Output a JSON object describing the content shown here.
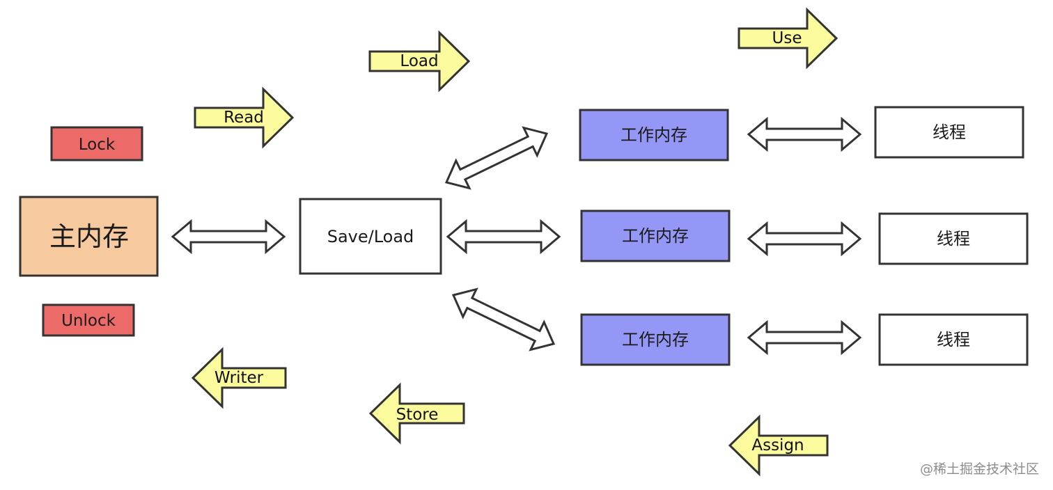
{
  "boxes": {
    "main_memory": {
      "label": "主内存",
      "fill": "#F7C99E"
    },
    "lock": {
      "label": "Lock",
      "fill": "#EC6B69"
    },
    "unlock": {
      "label": "Unlock",
      "fill": "#EC6B69"
    },
    "save_load": {
      "label": "Save/Load",
      "fill": "#FFFFFF"
    },
    "work_memory": [
      {
        "label": "工作内存",
        "fill": "#9597F6"
      },
      {
        "label": "工作内存",
        "fill": "#9597F6"
      },
      {
        "label": "工作内存",
        "fill": "#9597F6"
      }
    ],
    "threads": [
      {
        "label": "线程",
        "fill": "#FFFFFF"
      },
      {
        "label": "线程",
        "fill": "#FFFFFF"
      },
      {
        "label": "线程",
        "fill": "#FFFFFF"
      }
    ]
  },
  "operations": {
    "read": {
      "label": "Read",
      "direction": "right"
    },
    "load": {
      "label": "Load",
      "direction": "right"
    },
    "use": {
      "label": "Use",
      "direction": "right"
    },
    "writer": {
      "label": "Writer",
      "direction": "left"
    },
    "store": {
      "label": "Store",
      "direction": "left"
    },
    "assign": {
      "label": "Assign",
      "direction": "left"
    }
  },
  "colors": {
    "operation_arrow_fill": "#FBFB9E",
    "stroke": "#333333"
  },
  "watermark": "@稀土掘金技术社区"
}
